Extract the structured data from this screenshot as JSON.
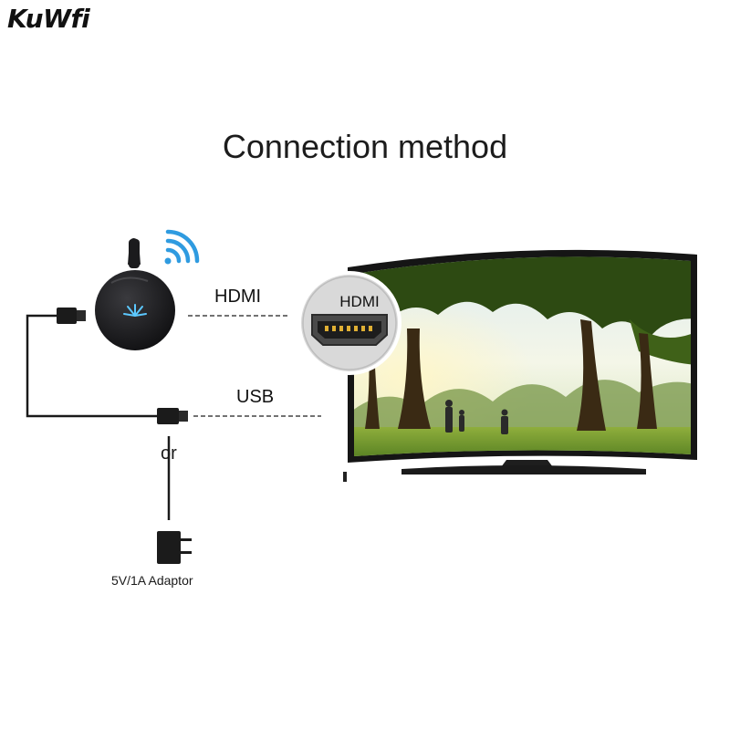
{
  "brand": {
    "logo_text": "KuWfi"
  },
  "title": "Connection method",
  "labels": {
    "hdmi_cable": "HDMI",
    "hdmi_port": "HDMI",
    "usb_cable": "USB",
    "or": "or",
    "adaptor": "5V/1A Adaptor"
  },
  "icons": {
    "dongle": "wireless-display-dongle-icon",
    "wifi": "wifi-signal-icon",
    "hdmi_connector": "hdmi-connector-icon",
    "usb_plug": "usb-plug-icon",
    "power_adaptor": "power-adaptor-icon",
    "tv": "curved-tv-icon"
  },
  "colors": {
    "wifi": "#2f9be0",
    "dongle": "#1b1b1d",
    "dongle_light": "#5cc8ff"
  }
}
